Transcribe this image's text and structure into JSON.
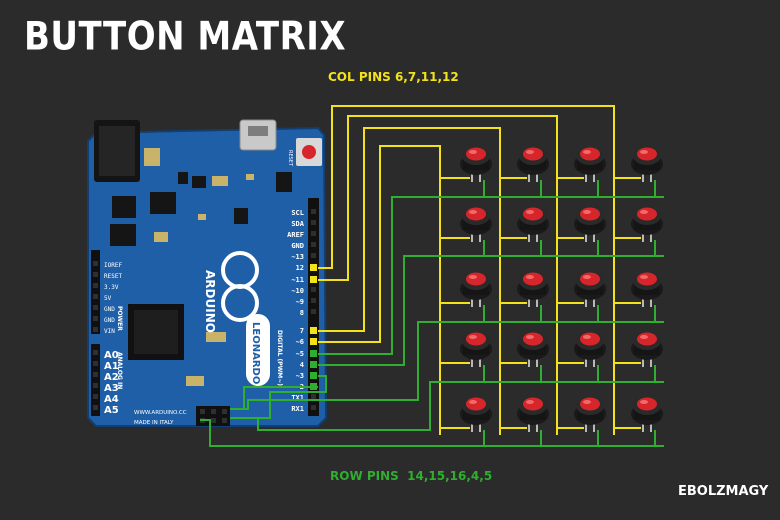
{
  "title": "BUTTON MATRIX",
  "col_pins_label": "COL PINS 6,7,11,12",
  "row_pins_label": "ROW PINS  14,15,16,4,5",
  "credit": "EBOLZMAGY",
  "colors": {
    "background": "#2b2b2b",
    "column_wire": "#f2e21b",
    "row_wire": "#2fae2f",
    "board": "#1f5fa8",
    "button_cap": "#d7262b"
  },
  "board": {
    "logo_text": "ARDUINO",
    "model_text": "LEONARDO",
    "url_text": "WWW.ARDUINO.CC",
    "made_in_text": "MADE IN ITALY",
    "reset_text": "RESET",
    "power_text": "POWER",
    "analog_in_text": "ANALOG IN",
    "digital_text": "DIGITAL (PWM~)",
    "right_header_labels": [
      "SCL",
      "SDA",
      "AREF",
      "GND",
      "~13",
      "12",
      "~11",
      "~10",
      "~9",
      "8",
      "7",
      "~6",
      "~5",
      "4",
      "~3",
      "2",
      "TX1",
      "RX1"
    ],
    "power_header_labels": [
      "IOREF",
      "RESET",
      "3.3V",
      "5V",
      "GND",
      "GND",
      "VIN"
    ],
    "analog_labels": [
      "A0",
      "A1",
      "A2",
      "A3",
      "A4",
      "A5"
    ]
  }
}
